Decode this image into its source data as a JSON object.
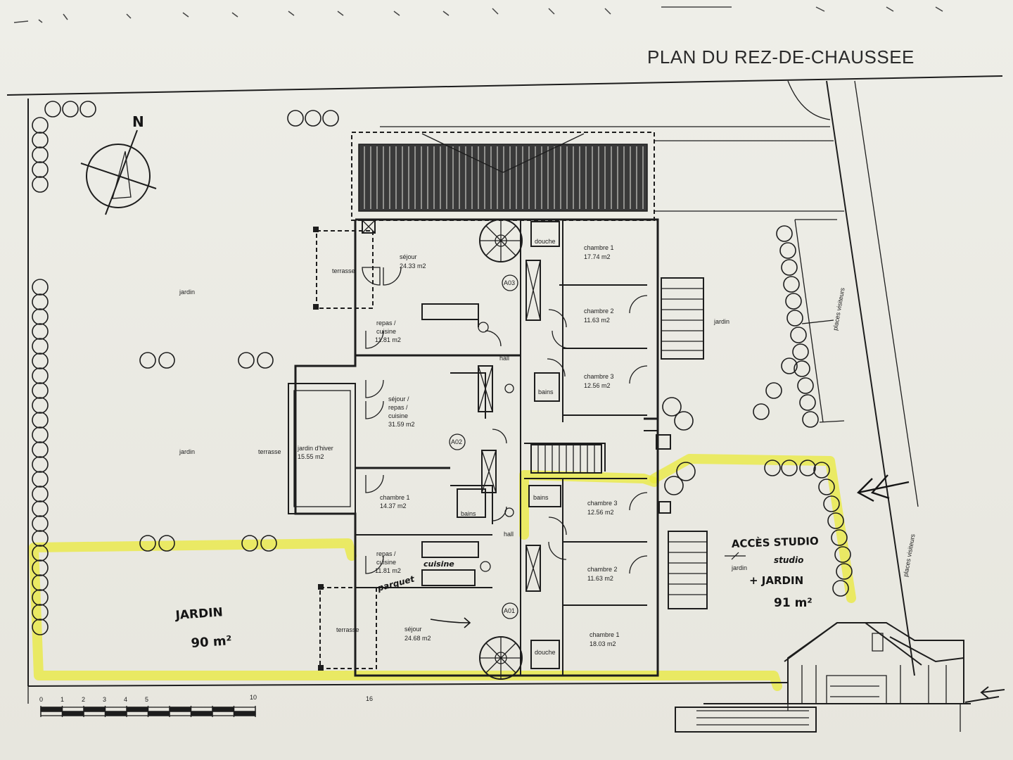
{
  "title": "PLAN DU REZ-DE-CHAUSSEE",
  "compass_letter": "N",
  "units": {
    "a03": {
      "code": "A03",
      "rooms": [
        {
          "id": "sejour",
          "name": "séjour",
          "area": "24.33 m2"
        },
        {
          "id": "repas",
          "name_line1": "repas /",
          "name_line2": "cuisine",
          "area": "11.81 m2"
        },
        {
          "id": "ch1",
          "name": "chambre 1",
          "area": "17.74 m2"
        },
        {
          "id": "ch2",
          "name": "chambre 2",
          "area": "11.63 m2"
        },
        {
          "id": "ch3",
          "name": "chambre 3",
          "area": "12.56 m2"
        }
      ],
      "terrace": "terrasse",
      "shower": "douche",
      "bath": "bains"
    },
    "a02": {
      "code": "A02",
      "rooms": [
        {
          "id": "sejour",
          "name_line1": "séjour /",
          "name_line2": "repas /",
          "name_line3": "cuisine",
          "area": "31.59 m2"
        },
        {
          "id": "ch1",
          "name": "chambre 1",
          "area": "14.37 m2"
        },
        {
          "id": "jh",
          "name": "jardin d'hiver",
          "area": "15.55 m2"
        }
      ],
      "terrace": "terrasse",
      "bath": "bains"
    },
    "a01": {
      "code": "A01",
      "rooms": [
        {
          "id": "repas",
          "name_line1": "repas /",
          "name_line2": "cuisine",
          "area": "11.81 m2"
        },
        {
          "id": "sejour",
          "name": "séjour",
          "area": "24.68 m2"
        },
        {
          "id": "ch1",
          "name": "chambre 1",
          "area": "18.03 m2"
        },
        {
          "id": "ch2",
          "name": "chambre 2",
          "area": "11.63 m2"
        },
        {
          "id": "ch3",
          "name": "chambre 3",
          "area": "12.56 m2"
        }
      ],
      "terrace": "terrasse",
      "shower": "douche",
      "bath": "bains"
    }
  },
  "labels": {
    "jardin": "jardin",
    "hall": "hall",
    "places_visiteurs": "places visiteurs"
  },
  "scale_bar": {
    "ticks": [
      "0",
      "1",
      "2",
      "3",
      "4",
      "5",
      "10"
    ],
    "extra_mark": "16"
  },
  "handwritten": {
    "jardin_title": "JARDIN",
    "jardin_area": "90 m²",
    "acces_studio": "ACCÈS STUDIO",
    "studio": "studio",
    "plus_jardin": "+ JARDIN",
    "plus_jardin_area": "91 m²",
    "cuisine_note": "cuisine",
    "parquet_note": "parquet"
  },
  "colors": {
    "highlight": "#e9ea3a",
    "ink": "#1d1d1d",
    "paper": "#ecebe4"
  }
}
